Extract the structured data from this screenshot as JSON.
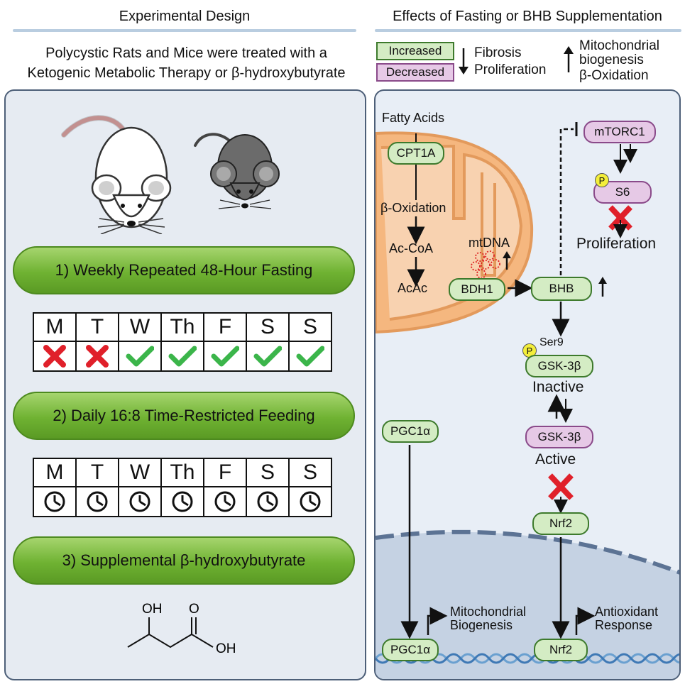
{
  "left": {
    "header": "Experimental Design",
    "intro_line1": "Polycystic Rats and Mice were treated with a",
    "intro_line2": "Ketogenic Metabolic Therapy or β-hydroxybutyrate",
    "step1": "1) Weekly Repeated 48-Hour Fasting",
    "step2": "2) Daily 16:8 Time-Restricted Feeding",
    "step3": "3) Supplemental β-hydroxybutyrate",
    "days": [
      "M",
      "T",
      "W",
      "Th",
      "F",
      "S",
      "S"
    ],
    "fasting_marks": [
      "cross",
      "cross",
      "check",
      "check",
      "check",
      "check",
      "check"
    ],
    "molecule": {
      "oh_top": "OH",
      "o_top": "O",
      "oh_right": "OH"
    }
  },
  "right": {
    "header": "Effects of Fasting or BHB Supplementation",
    "legend": {
      "increased": "Increased",
      "decreased": "Decreased",
      "down_items_1": "Fibrosis",
      "down_items_2": "Proliferation",
      "up_items_1": "Mitochondrial",
      "up_items_2": "biogenesis",
      "up_items_3": "β-Oxidation"
    },
    "pathway": {
      "fatty_acids": "Fatty Acids",
      "cpt1a": "CPT1A",
      "beta_oxidation": "β-Oxidation",
      "ac_coa": "Ac-CoA",
      "acac": "AcAc",
      "bdh1": "BDH1",
      "bhb": "BHB",
      "mtdna": "mtDNA",
      "mtorc1": "mTORC1",
      "p": "P",
      "s6": "S6",
      "proliferation": "Proliferation",
      "ser9": "Ser9",
      "gsk_inactive": "GSK-3β",
      "inactive": "Inactive",
      "gsk_active": "GSK-3β",
      "active": "Active",
      "nrf2": "Nrf2",
      "pgc1a_top": "PGC1α",
      "pgc1a_bottom": "PGC1α",
      "nrf2_bottom": "Nrf2",
      "mito_bio_1": "Mitochondrial",
      "mito_bio_2": "Biogenesis",
      "antiox_1": "Antioxidant",
      "antiox_2": "Response"
    }
  }
}
